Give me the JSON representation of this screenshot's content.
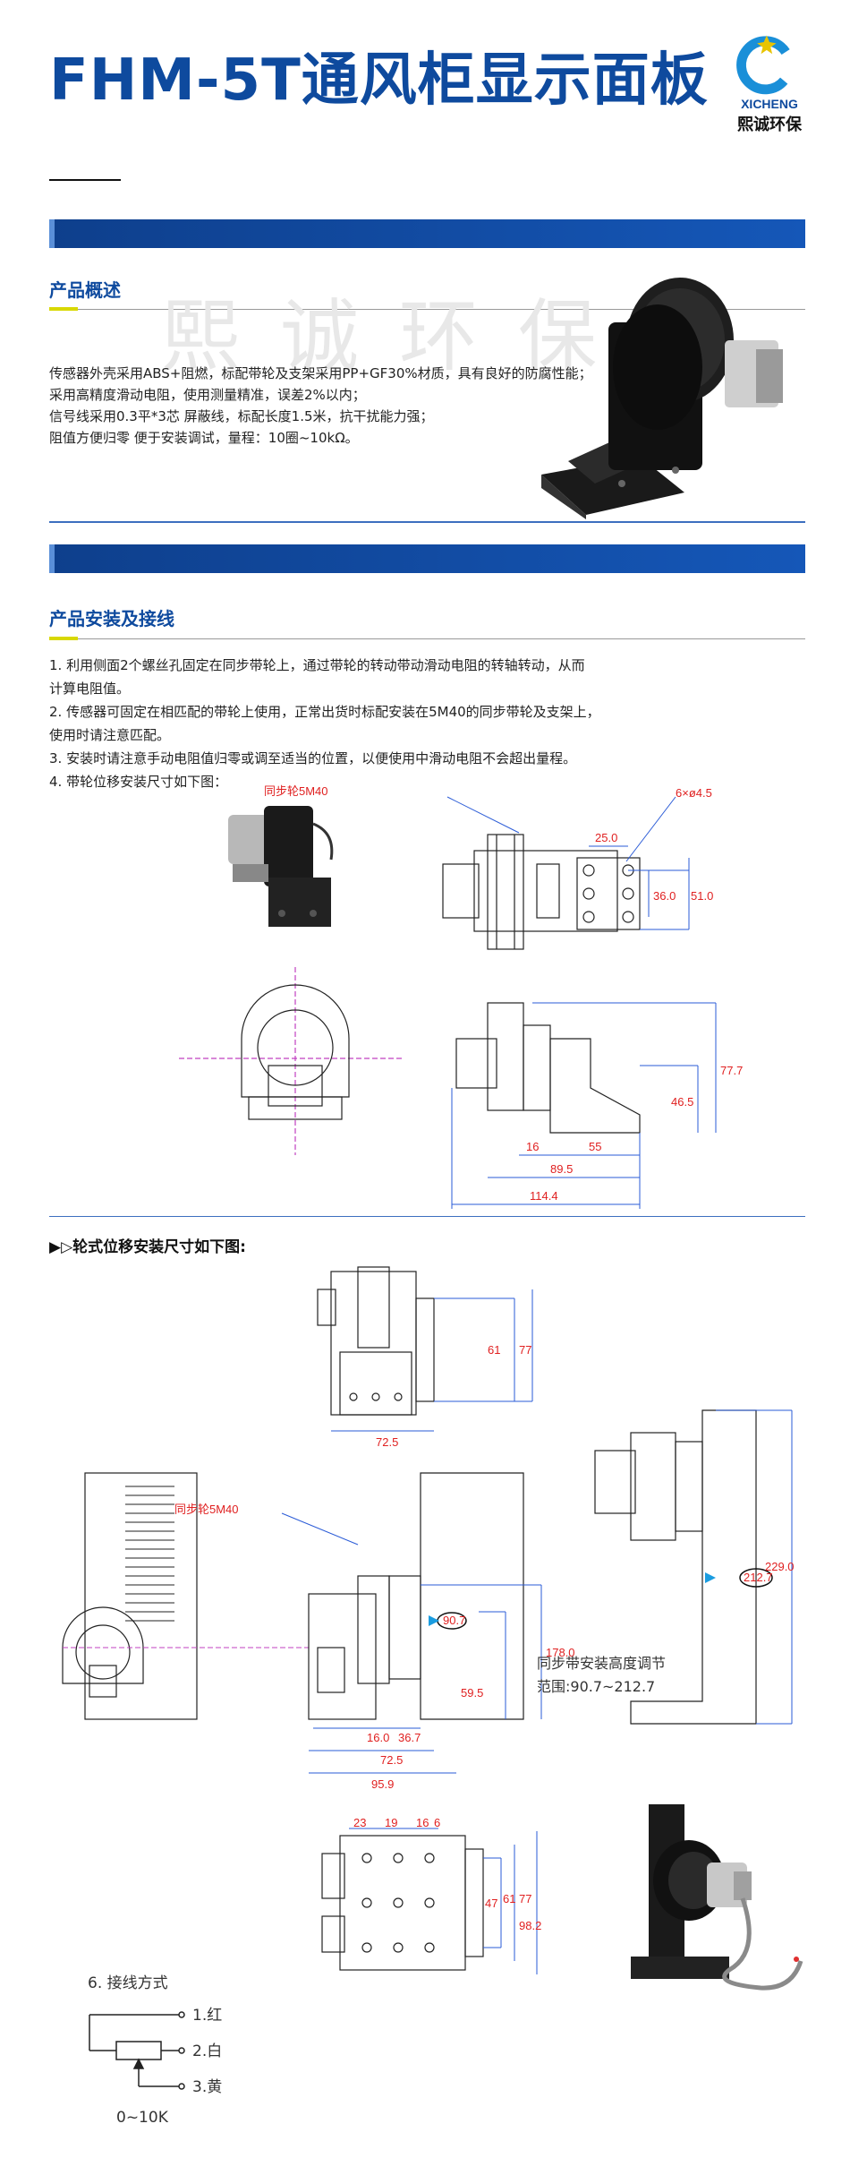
{
  "header": {
    "title": "FHM-5T通风柜显示面板",
    "logo_en": "XICHENG",
    "logo_cn": "熙诚环保"
  },
  "overview": {
    "heading": "产品概述",
    "watermark": "熙诚环保",
    "lines": [
      "传感器外壳采用ABS+阻燃，标配带轮及支架采用PP+GF30%材质，具有良好的防腐性能；",
      "采用高精度滑动电阻，使用测量精准，误差2%以内；",
      "信号线采用0.3平*3芯 屏蔽线，标配长度1.5米，抗干扰能力强；",
      "阻值方便归零 便于安装调试，量程：10圈~10kΩ。"
    ]
  },
  "install": {
    "heading": "产品安装及接线",
    "lines": [
      "1. 利用侧面2个螺丝孔固定在同步带轮上，通过带轮的转动带动滑动电阻的转轴转动，从而",
      "计算电阻值。",
      "2. 传感器可固定在相匹配的带轮上使用，正常出货时标配安装在5M40的同步带轮及支架上，",
      "使用时请注意匹配。",
      "3. 安装时请注意手动电阻值归零或调至适当的位置，以便使用中滑动电阻不会超出量程。",
      "4. 带轮位移安装尺寸如下图："
    ]
  },
  "drawing1": {
    "label_pulley": "同步轮5M40",
    "label_holes": "6×ø4.5",
    "dims": [
      "25.0",
      "36.0",
      "51.0",
      "77.7",
      "46.5",
      "16",
      "55",
      "89.5",
      "114.4"
    ]
  },
  "wheel_section": {
    "heading": "▶▷轮式位移安装尺寸如下图:",
    "dims_top": [
      "61",
      "77",
      "72.5"
    ],
    "dims_mid": [
      "同步轮5M40",
      "178.0",
      "90.7",
      "59.5",
      "16.0",
      "36.7",
      "72.5",
      "95.9"
    ],
    "dims_right": [
      "229.0",
      "212.7"
    ],
    "adjust_title": "同步带安装高度调节",
    "adjust_range": "范围:90.7~212.7",
    "dims_bottom": [
      "23",
      "19",
      "16",
      "6",
      "47",
      "61",
      "77",
      "98.2"
    ]
  },
  "wiring": {
    "heading": "6. 接线方式",
    "labels": [
      "1.红",
      "2.白",
      "3.黄"
    ],
    "range": "0~10K"
  },
  "colors": {
    "brand_blue": "#0e4a9e",
    "bar_blue": "#1557b8",
    "accent_yellow": "#d8d800",
    "dim_red": "#e02020",
    "dim_blue": "#2a5bd7"
  }
}
